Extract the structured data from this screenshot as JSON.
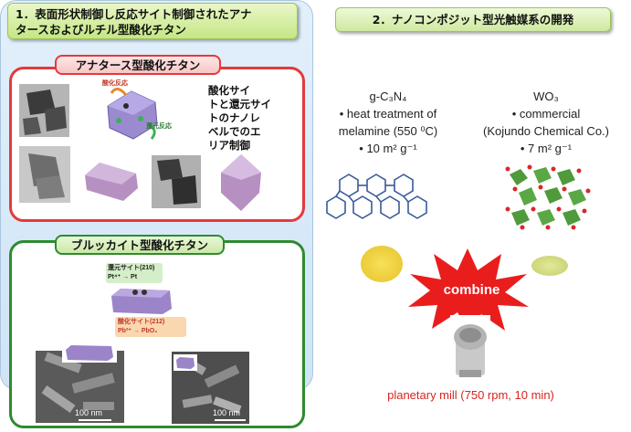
{
  "section1": {
    "title_line1": "1．表面形状制御し反応サイト制御されたアナ",
    "title_line2": "タースおよびルチル型酸化チタン"
  },
  "section2": {
    "title": "2．ナノコンポジット型光触媒系の開発"
  },
  "anatase": {
    "title": "アナタース型酸化チタン",
    "oxidation_label": "酸化反応",
    "reduction_label": "還元反応",
    "note_lines": [
      "酸化サイ",
      "トと還元サイ",
      "トのナノレ",
      "ベルでのエ",
      "リア制御"
    ]
  },
  "brookite": {
    "title": "ブルッカイト型酸化チタン",
    "reduction_site": "還元サイト(210)",
    "reduction_eq": "Pt⁴⁺ → Pt",
    "oxidation_site": "酸化サイト(212)",
    "oxidation_eq": "Pb²⁺ → PbO₂",
    "scale_left": "100 nm",
    "scale_right": "100 nm"
  },
  "gcn": {
    "name": "g-C₃N₄",
    "line1": "• heat treatment of",
    "line2": "melamine (550 ⁰C)",
    "line3": "• 10 m² g⁻¹"
  },
  "wo3": {
    "name": "WO₃",
    "line1": "• commercial",
    "line2": "(Kojundo Chemical Co.)",
    "line3": "• 7 m² g⁻¹"
  },
  "combine": "combine",
  "mill_caption": "planetary mill (750 rpm, 10 min)",
  "colors": {
    "red_border": "#e43a3a",
    "green_border": "#2e8b2e",
    "caption_red": "#d8251f",
    "powder_yellow": "#f2d33a"
  }
}
